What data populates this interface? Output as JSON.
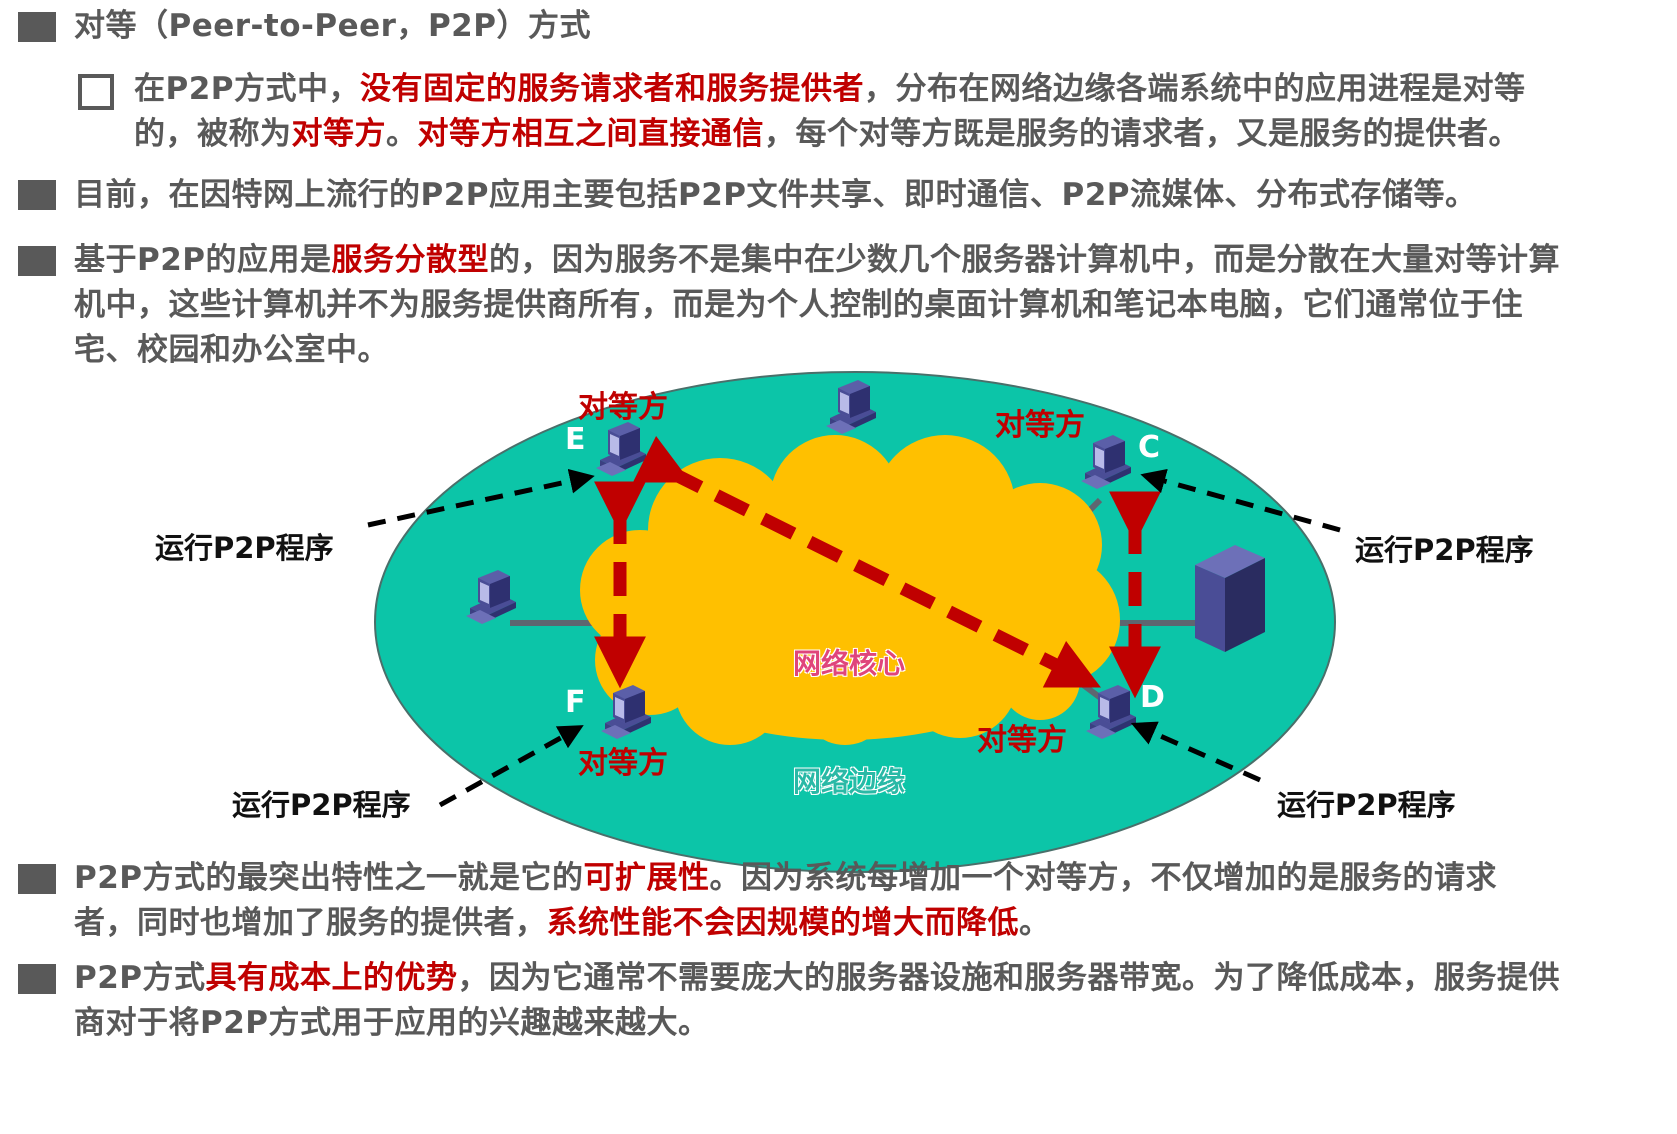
{
  "heading": {
    "text": "对等（Peer-to-Peer，P2P）方式"
  },
  "sub_point": {
    "segments": [
      {
        "text": "在P2P方式中，",
        "highlight": false
      },
      {
        "text": "没有固定的服务请求者和服务提供者",
        "highlight": true
      },
      {
        "text": "，分布在网络边缘各端系统中的应用进程是对等的，被称为",
        "highlight": false
      },
      {
        "text": "对等方",
        "highlight": true
      },
      {
        "text": "。",
        "highlight": false
      },
      {
        "text": "对等方相互之间直接通信",
        "highlight": true
      },
      {
        "text": "，每个对等方既是服务的请求者，又是服务的提供者。",
        "highlight": false
      }
    ]
  },
  "bullets": [
    {
      "segments": [
        {
          "text": "目前，在因特网上流行的P2P应用主要包括P2P文件共享、即时通信、P2P流媒体、分布式存储等。",
          "highlight": false
        }
      ]
    },
    {
      "segments": [
        {
          "text": "基于P2P的应用是",
          "highlight": false
        },
        {
          "text": "服务分散型",
          "highlight": true
        },
        {
          "text": "的，因为服务不是集中在少数几个服务器计算机中，而是分散在大量对等计算机中，这些计算机并不为服务提供商所有，而是为个人控制的桌面计算机和笔记本电脑，它们通常位于住宅、校园和办公室中。",
          "highlight": false
        }
      ]
    },
    {
      "segments": [
        {
          "text": "P2P方式的最突出特性之一就是它的",
          "highlight": false
        },
        {
          "text": "可扩展性",
          "highlight": true
        },
        {
          "text": "。因为系统每增加一个对等方，不仅增加的是服务的请求者，同时也增加了服务的提供者，",
          "highlight": false
        },
        {
          "text": "系统性能不会因规模的增大而降低",
          "highlight": true
        },
        {
          "text": "。",
          "highlight": false
        }
      ]
    },
    {
      "segments": [
        {
          "text": "P2P方式",
          "highlight": false
        },
        {
          "text": "具有成本上的优势",
          "highlight": true
        },
        {
          "text": "，因为它通常不需要庞大的服务器设施和服务器带宽。为了降低成本，服务提供商对于将P2P方式用于应用的兴趣越来越大。",
          "highlight": false
        }
      ]
    }
  ],
  "diagram": {
    "edge_label": "网络边缘",
    "core_label": "网络核心",
    "peer_label": "对等方",
    "run_label": "运行P2P程序",
    "nodes": {
      "E": "E",
      "C": "C",
      "F": "F",
      "D": "D"
    },
    "colors": {
      "edge": "#0cc5a8",
      "core": "#ffc000",
      "arrow": "#c00000",
      "computer": "#5b5fa8",
      "highlight_text": "#c00000",
      "body_text": "#595959"
    }
  }
}
